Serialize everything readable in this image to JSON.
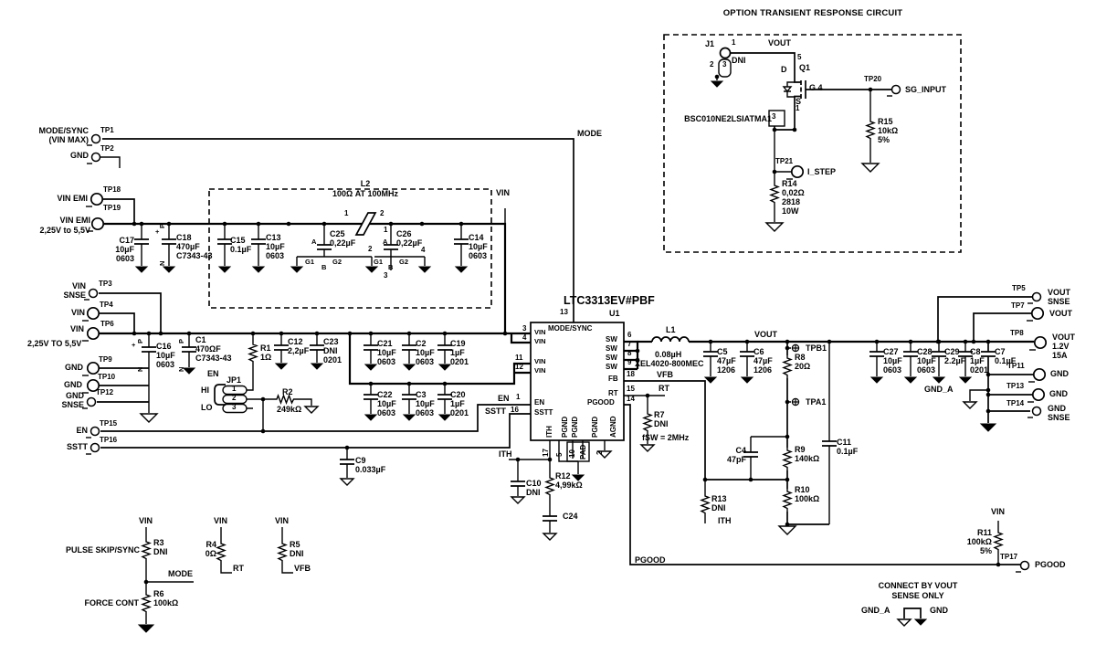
{
  "tp": {
    "tp1": "TP1",
    "tp1_name": "MODE/SYNC\n(VIN MAX)",
    "tp2": "TP2",
    "gnd": "GND",
    "tp18": "TP18",
    "vin_emi": "VIN EMI",
    "tp19": "TP19",
    "vin_range_lower": "2,25V to 5,5V",
    "tp3": "TP3",
    "vin_snse": "VIN\nSNSE",
    "tp4": "TP4",
    "vin": "VIN",
    "tp6": "TP6",
    "vin_range_upper": "2,25V TO 5,5V",
    "tp9": "TP9",
    "tp10": "TP10",
    "tp12": "TP12",
    "gnd_snse": "GND\nSNSE",
    "tp15": "TP15",
    "en": "EN",
    "tp16": "TP16",
    "sstt": "SSTT",
    "tp5": "TP5",
    "vout_snse": "VOUT\nSNSE",
    "tp7": "TP7",
    "vout": "VOUT",
    "tp8": "TP8",
    "vout_main": "VOUT\n1.2V\n15A",
    "tp11": "TP11",
    "tp13": "TP13",
    "tp14": "TP14",
    "tp17": "TP17",
    "pgood": "PGOOD"
  },
  "emi": {
    "c17": "C17\n10µF\n0603",
    "c18": "C18\n470µF\nC7343-43",
    "c15": "C15\n0.1µF",
    "c13": "C13\n10µF\n0603",
    "l2": "L2",
    "l2_val": "100Ω AT 100MHz",
    "p1": "1",
    "p2": "2",
    "c25": "C25\n0,22µF",
    "c26": "C26\n0,22µF",
    "a": "A",
    "b": "B",
    "g1": "G1",
    "g2": "G2",
    "p4": "4",
    "p3": "3",
    "c14": "C14\n10µF\n0603",
    "plus": "+",
    "pol_p": "P",
    "pol_n": "N"
  },
  "inp": {
    "c16": "C16\n10µF\n0603",
    "c1": "C1\n470ΩF\nC7343-43",
    "r1": "R1\n1Ω",
    "c12": "C12\n2,2µF",
    "c23": "C23\nDNI\n0201",
    "jp1": "JP1",
    "en": "EN",
    "hi": "HI",
    "lo": "LO",
    "p1": "1",
    "p2": "2",
    "p3": "3",
    "r2": "R2",
    "r2_val": "249kΩ",
    "c21": "C21\n10µF\n0603",
    "c2": "C2\n10µF\n0603",
    "c19": "C19\n1µF\n0201",
    "c22": "C22\n10µF\n0603",
    "c3": "C3\n10µF\n0603",
    "c20": "C20\n1µF\n0201",
    "c9": "C9\n0.033µF"
  },
  "ic": {
    "part": "LTC3313EV#PBF",
    "ref": "U1",
    "p13": "13",
    "mode_sync": "MODE/SYNC",
    "vin": "VIN",
    "p3": "3",
    "p4": "4",
    "p11": "11",
    "p12": "12",
    "en": "EN",
    "sstt": "SSTT",
    "p1": "1",
    "p16": "16",
    "sw": "SW",
    "p6": "6",
    "p7": "7",
    "p8": "8",
    "p9": "9",
    "fb": "FB",
    "p18": "18",
    "rt": "RT",
    "p15": "15",
    "pgood": "PGOOD",
    "p14": "14",
    "ith": "ITH",
    "p17": "17",
    "pgnd": "PGND",
    "p5": "5",
    "p10": "10",
    "pad": "PAD",
    "agnd": "AGND",
    "p2": "2"
  },
  "net": {
    "mode": "MODE",
    "vin": "VIN",
    "en": "EN",
    "sstt": "SSTT",
    "ith": "ITH",
    "vfb": "VFB",
    "rt": "RT",
    "pgood": "PGOOD",
    "vout": "VOUT",
    "gnda": "GND_A"
  },
  "out": {
    "l1": "L1",
    "l1_val": "0.08µH",
    "l1_part": "XEL4020-800MEC",
    "c5": "C5\n47µF\n1206",
    "c6": "C6\n47µF\n1206",
    "tpb1": "TPB1",
    "tpa1": "TPA1",
    "r8": "R8\n20Ω",
    "c4": "C4\n47pF",
    "r9": "R9\n140kΩ",
    "r10": "R10\n100kΩ",
    "c11": "C11\n0.1µF",
    "c27": "C27\n10µF\n0603",
    "c28": "C28\n10µF\n0603",
    "c29": "C29\n2.2µF",
    "c8": "C8\n1µF\n0201",
    "c7": "C7\n0.1µF",
    "r13": "R13\nDNI",
    "r7": "R7\nDNI",
    "fsw": "fSW = 2MHz",
    "r12": "R12\n4,99kΩ",
    "c10": "C10\nDNI",
    "c24": "C24"
  },
  "pull": {
    "vin": "VIN",
    "r3": "R3\nDNI",
    "pulse": "PULSE SKIP/SYNC",
    "mode": "MODE",
    "r6": "R6\n100kΩ",
    "force": "FORCE CONT",
    "r4": "R4\n0Ω",
    "rt": "RT",
    "r5": "R5\nDNI",
    "vfb": "VFB",
    "r11": "R11\n100kΩ\n5%"
  },
  "tr": {
    "title": "OPTION TRANSIENT RESPONSE CIRCUIT",
    "j1": "J1",
    "dni": "DNI",
    "p1": "1",
    "p2": "2",
    "p3": "3",
    "vout": "VOUT",
    "p5": "5",
    "q1": "Q1",
    "d": "D",
    "g": "G 4",
    "s": "S",
    "s1": "1",
    "s3": "3",
    "part": "BSC010NE2LSIATMA1",
    "tp20": "TP20",
    "sg": "SG_INPUT",
    "r15": "R15\n10kΩ\n5%",
    "tp21": "TP21",
    "istep": "I_STEP",
    "r14": "R14\n0,02Ω\n2818\n10W"
  },
  "note": {
    "line1": "CONNECT BY VOUT",
    "line2": "SENSE ONLY",
    "gnda": "GND_A",
    "gnd": "GND"
  }
}
